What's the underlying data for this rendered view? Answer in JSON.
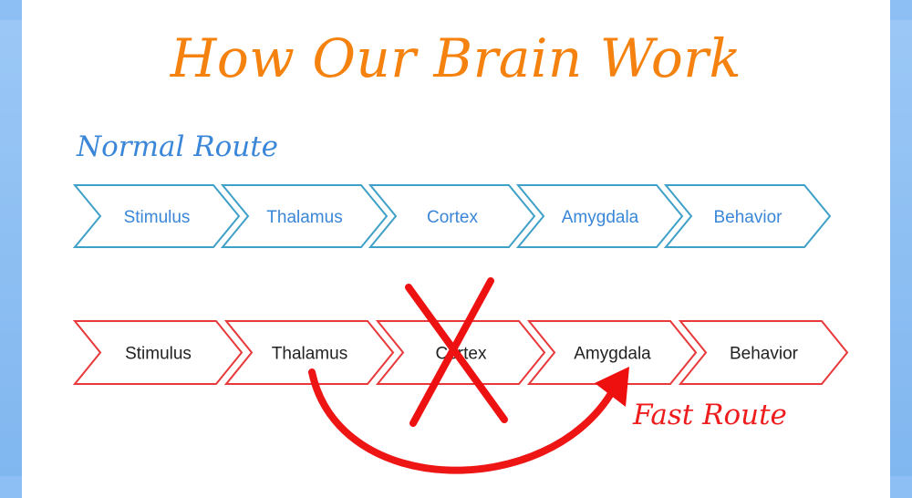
{
  "title": "How Our Brain Work",
  "normal_route": {
    "label": "Normal Route",
    "steps": [
      "Stimulus",
      "Thalamus",
      "Cortex",
      "Amygdala",
      "Behavior"
    ]
  },
  "fast_route": {
    "label": "Fast Route",
    "steps": [
      "Stimulus",
      "Thalamus",
      "Cortex",
      "Amygdala",
      "Behavior"
    ]
  },
  "colors": {
    "title": "#f5820f",
    "normal": "#3fa0c8",
    "normal_text": "#3a86d8",
    "fast": "#e8383a",
    "fast_text": "#222222",
    "cross": "#ee1111",
    "arrow": "#ee1111"
  }
}
